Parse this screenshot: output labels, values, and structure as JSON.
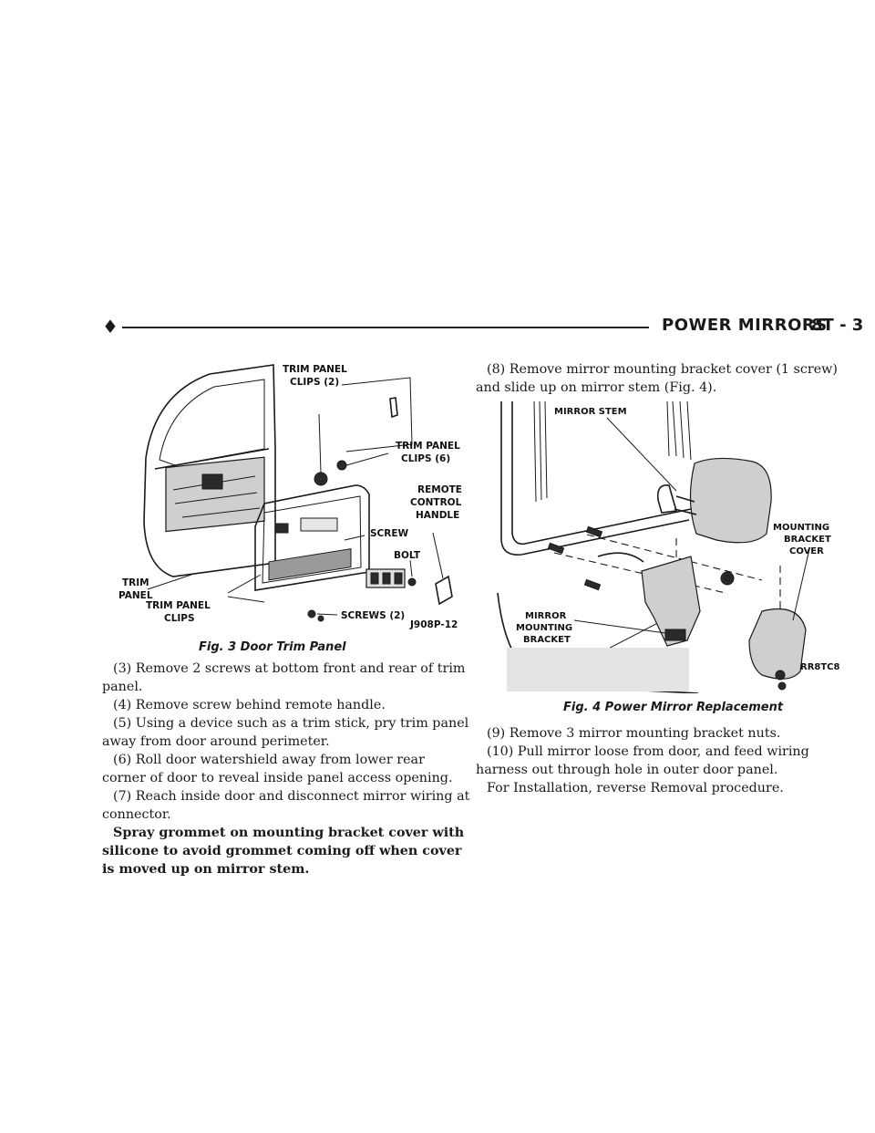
{
  "header": {
    "section_title": "POWER MIRRORS",
    "page_number": "8T - 3"
  },
  "fig3": {
    "labels": {
      "trim_panel_clips_2": [
        "TRIM PANEL",
        "CLIPS (2)"
      ],
      "trim_panel_clips_6": [
        "TRIM PANEL",
        "CLIPS (6)"
      ],
      "remote_control_handle": [
        "REMOTE",
        "CONTROL",
        "HANDLE"
      ],
      "screw": "SCREW",
      "bolt": "BOLT",
      "trim_panel": [
        "TRIM",
        "PANEL"
      ],
      "trim_panel_clips": [
        "TRIM PANEL",
        "CLIPS"
      ],
      "screws_2": "SCREWS (2)",
      "figure_code": "J908P-12"
    },
    "caption": "Fig. 3 Door Trim Panel"
  },
  "fig4": {
    "labels": {
      "mirror_stem": "MIRROR STEM",
      "mounting_bracket_cover": [
        "MOUNTING",
        "BRACKET",
        "COVER"
      ],
      "mirror_mounting_bracket": [
        "MIRROR",
        "MOUNTING",
        "BRACKET"
      ],
      "figure_code": "RR8TC8"
    },
    "caption": "Fig. 4 Power Mirror Replacement"
  },
  "left_column": {
    "paragraphs": [
      "(3) Remove 2 screws at bottom front and rear of trim panel.",
      "(4) Remove screw behind remote handle.",
      "(5) Using a device such as a trim stick, pry trim panel away from door around perimeter.",
      "(6) Roll door watershield away from lower rear corner of door to reveal inside panel access opening.",
      "(7) Reach inside door and disconnect mirror wiring at connector."
    ],
    "note": "Spray grommet on mounting bracket cover with silicone to avoid grommet coming off when cover is moved up on mirror stem."
  },
  "right_column": {
    "intro": "(8) Remove mirror mounting bracket cover (1 screw) and slide up on mirror stem (Fig. 4).",
    "paragraphs": [
      "(9) Remove 3 mirror mounting bracket nuts.",
      "(10) Pull mirror loose from door, and feed wiring harness out through hole in outer door panel.",
      "For Installation, reverse Removal procedure."
    ]
  }
}
